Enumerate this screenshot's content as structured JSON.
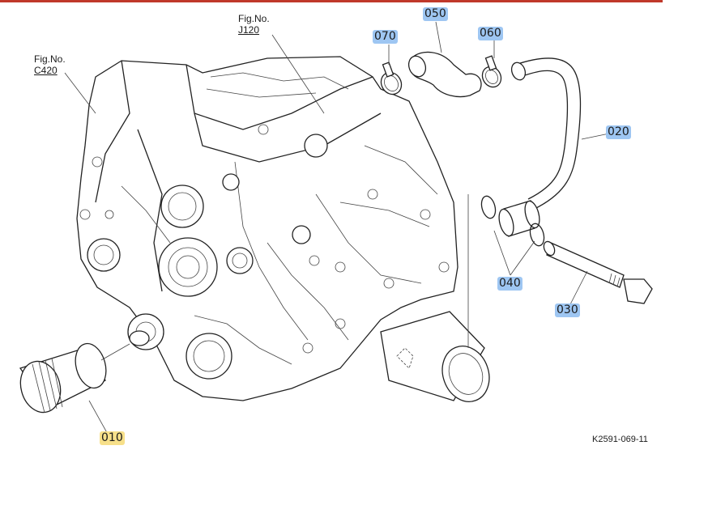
{
  "diagram": {
    "fig_refs": [
      {
        "id": "c420",
        "line1": "Fig.No.",
        "line2": "C420"
      },
      {
        "id": "j120",
        "line1": "Fig.No.",
        "line2": "J120"
      }
    ],
    "callouts": [
      {
        "id": "070",
        "label": "070"
      },
      {
        "id": "050",
        "label": "050"
      },
      {
        "id": "060",
        "label": "060"
      },
      {
        "id": "020",
        "label": "020"
      },
      {
        "id": "040",
        "label": "040"
      },
      {
        "id": "030",
        "label": "030"
      },
      {
        "id": "010",
        "label": "010"
      }
    ],
    "drawing_code": "K2591-069-11",
    "colors": {
      "highlight": "#9ec6f2",
      "selected": "#f7e08a",
      "line": "#222222",
      "top_bar": "#c0392b"
    }
  }
}
